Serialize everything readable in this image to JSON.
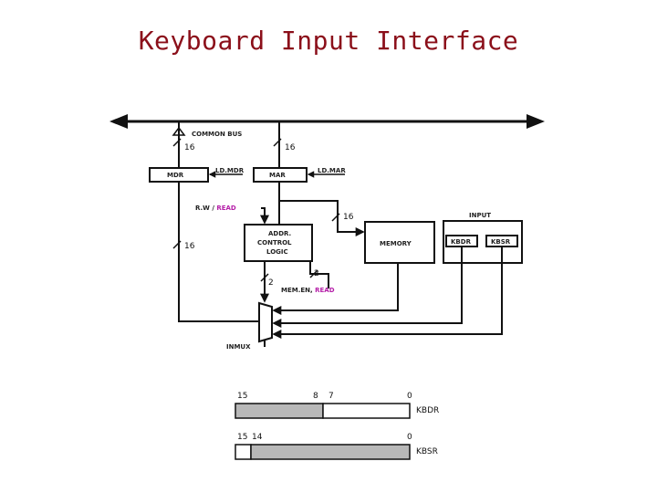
{
  "title": "Keyboard Input Interface",
  "diagram": {
    "bus_label": "COMMON BUS",
    "bus_width_left": "16",
    "bus_width_right": "16",
    "mdr": "MDR",
    "mdr_ld": "LD.MDR",
    "mar": "MAR",
    "mar_ld": "LD.MAR",
    "rw_prefix": "R.W / ",
    "rw_read": "READ",
    "addr_control_line1": "ADDR.",
    "addr_control_line2": "CONTROL",
    "addr_control_line3": "LOGIC",
    "addr_width": "16",
    "mdr_width": "16",
    "memory": "MEMORY",
    "input": "INPUT",
    "kbdr": "KBDR",
    "kbsr": "KBSR",
    "mux_sel_width": "2",
    "memen_width": "2",
    "memen_prefix": "MEM.EN, ",
    "memen_read": "READ",
    "inmux": "INMUX"
  },
  "registers": {
    "kbdr": {
      "name": "KBDR",
      "bit_left": "15",
      "bit_mid_a": "8",
      "bit_mid_b": "7",
      "bit_right": "0"
    },
    "kbsr": {
      "name": "KBSR",
      "bit_left": "15",
      "bit_left2": "14",
      "bit_right": "0"
    }
  },
  "colors": {
    "title": "#8b0f1a",
    "highlight": "#b51fa8",
    "shaded_field": "#b8b8b8"
  }
}
